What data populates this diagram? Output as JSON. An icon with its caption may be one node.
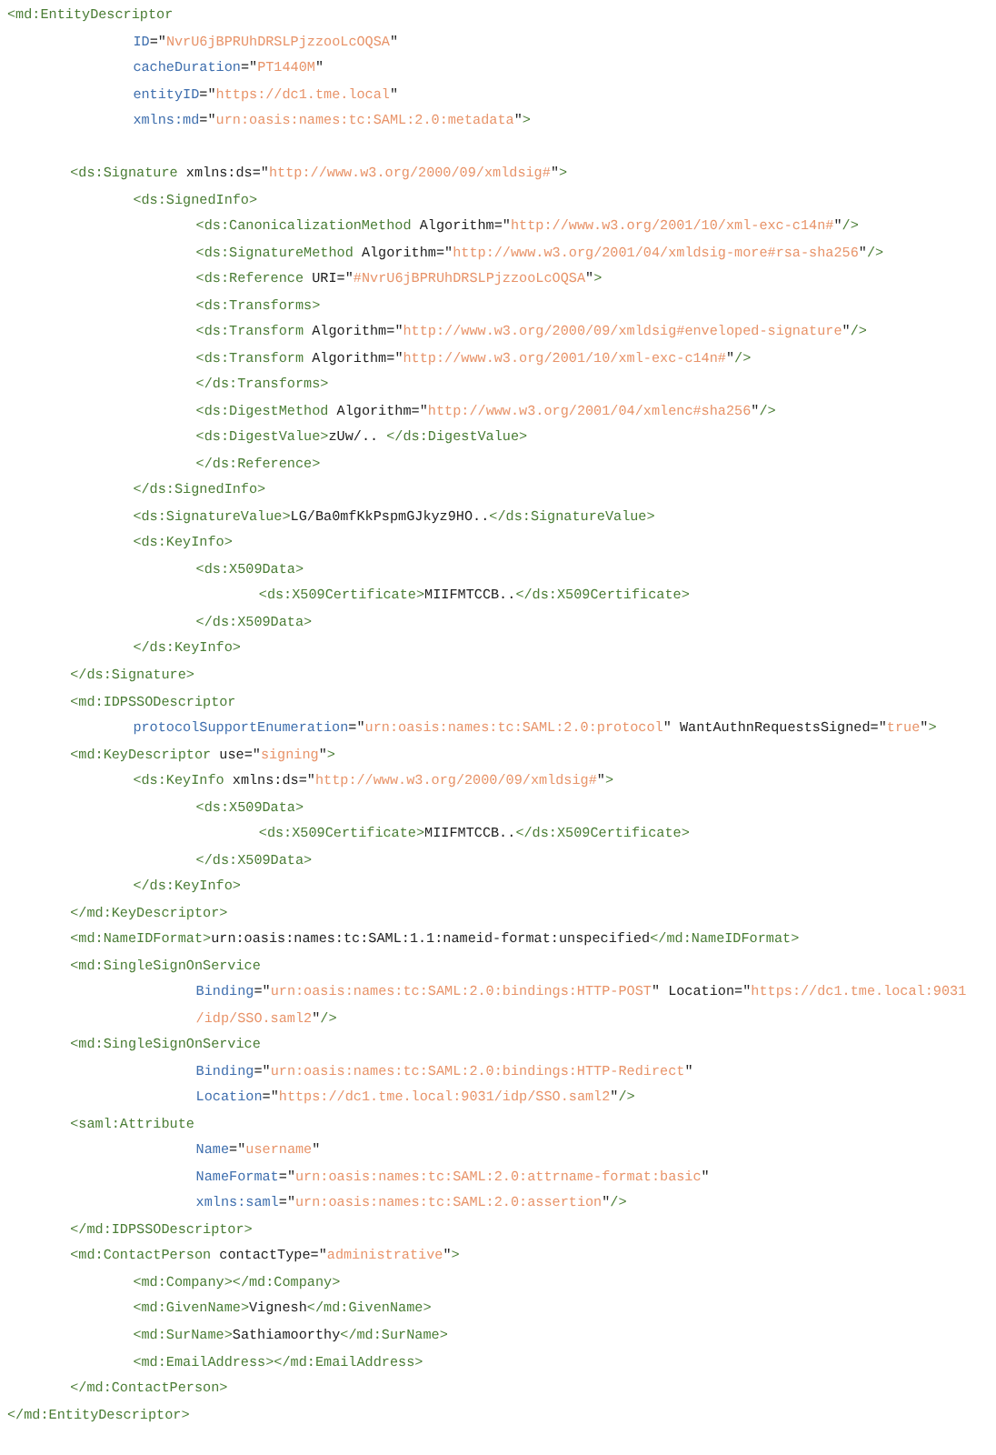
{
  "diagram": {
    "labels": [
      "<md:EntityDescriptor",
      "ID=\"NvrU6jBPRUhDRSLPjzzooLcOQSA\"",
      "cacheDuration=\"PT1440M\"",
      "entityID=\"https://dc1.tme.local\"",
      "xmlns:md=\"urn:oasis:names:tc:SAML:2.0:metadata\">",
      "<ds:Signature xmlns:ds=\"http://www.w3.org/2000/09/xmldsig#\">",
      "<ds:SignedInfo>",
      "<ds:CanonicalizationMethod Algorithm=\"http://www.w3.org/2001/10/xml-exc-c14n#\"/>",
      "<ds:SignatureMethod Algorithm=\"http://www.w3.org/2001/04/xmldsig-more#rsa-sha256\"/>",
      "<ds:Reference URI=\"#NvrU6jBPRUhDRSLPjzzooLcOQSA\">",
      "<ds:Transforms>",
      "<ds:Transform Algorithm=\"http://www.w3.org/2000/09/xmldsig#enveloped-signature\"/>",
      "<ds:Transform Algorithm=\"http://www.w3.org/2001/10/xml-exc-c14n#\"/>",
      "</ds:Transforms>",
      "<ds:DigestMethod Algorithm=\"http://www.w3.org/2001/04/xmlenc#sha256\"/>",
      "<ds:DigestValue>zUw/.. </ds:DigestValue>",
      "</ds:Reference>",
      "</ds:SignedInfo>",
      "<ds:SignatureValue>LG/Ba0mfKkPspmGJkyz9HO..</ds:SignatureValue>",
      "<ds:KeyInfo>",
      "<ds:X509Data>",
      "<ds:X509Certificate>MIIFMTCCB..</ds:X509Certificate>",
      "</ds:X509Data>",
      "</ds:KeyInfo>",
      "</ds:Signature>",
      "<md:IDPSSODescriptor",
      "protocolSupportEnumeration=\"urn:oasis:names:tc:SAML:2.0:protocol\" WantAuthnRequestsSigned=\"true\">",
      "<md:KeyDescriptor use=\"signing\">",
      "<ds:KeyInfo xmlns:ds=\"http://www.w3.org/2000/09/xmldsig#\">",
      "<ds:X509Data>",
      "<ds:X509Certificate>MIIFMTCCB..</ds:X509Certificate>",
      "</ds:X509Data>",
      "</ds:KeyInfo>",
      "</md:KeyDescriptor>",
      "<md:NameIDFormat>urn:oasis:names:tc:SAML:1.1:nameid-format:unspecified</md:NameIDFormat>",
      "<md:SingleSignOnService",
      "Binding=\"urn:oasis:names:tc:SAML:2.0:bindings:HTTP-POST\" Location=\"https://dc1.tme.local:9031",
      "/idp/SSO.saml2\"/>",
      "<md:SingleSignOnService",
      "Binding=\"urn:oasis:names:tc:SAML:2.0:bindings:HTTP-Redirect\"",
      "Location=\"https://dc1.tme.local:9031/idp/SSO.saml2\"/>",
      "<saml:Attribute",
      "Name=\"username\"",
      "NameFormat=\"urn:oasis:names:tc:SAML:2.0:attrname-format:basic\"",
      "xmlns:saml=\"urn:oasis:names:tc:SAML:2.0:assertion\"/>",
      "</md:IDPSSODescriptor>",
      "<md:ContactPerson contactType=\"administrative\">",
      "<md:Company></md:Company>",
      "<md:GivenName>Vignesh</md:GivenName>",
      "<md:SurName>Sathiamoorthy</md:SurName>",
      "<md:EmailAddress></md:EmailAddress>",
      "</md:ContactPerson>",
      "</md:EntityDescriptor>"
    ]
  }
}
